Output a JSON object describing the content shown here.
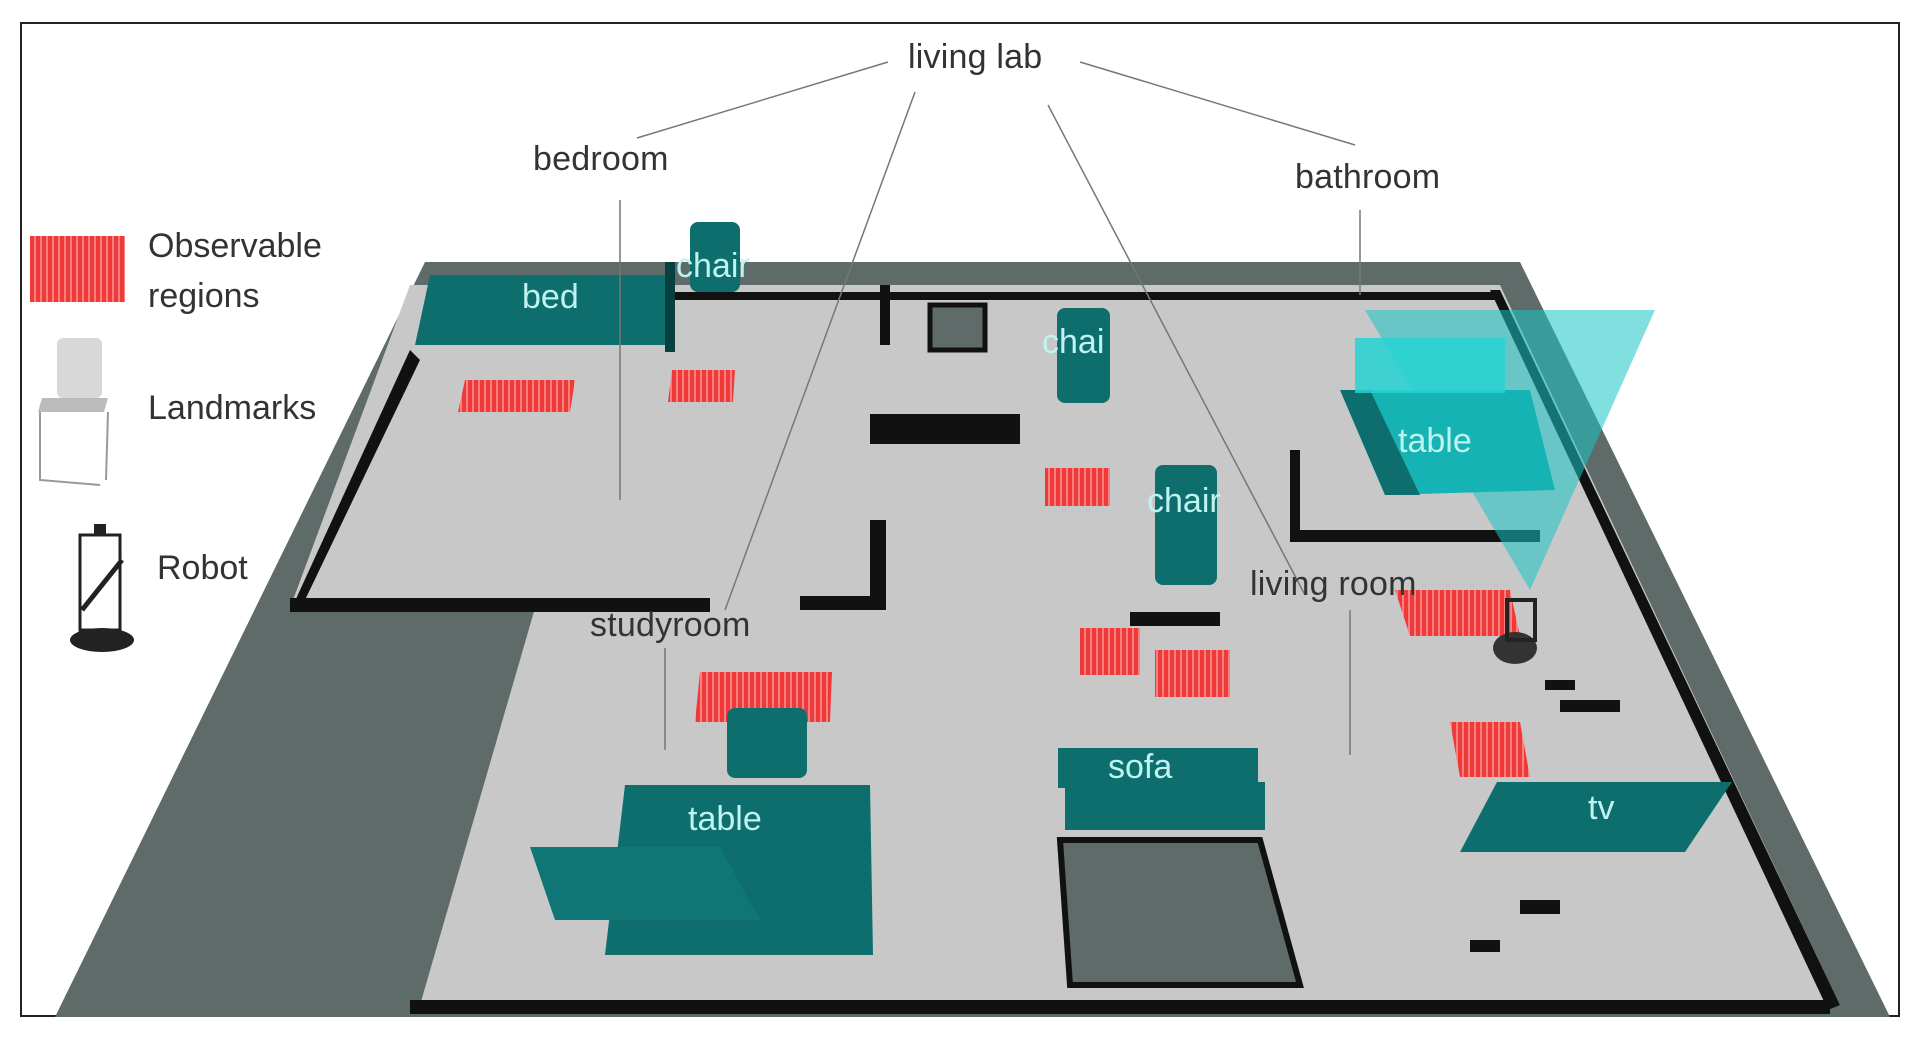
{
  "title": "living lab",
  "rooms": [
    {
      "id": "bedroom",
      "label": "bedroom"
    },
    {
      "id": "bathroom",
      "label": "bathroom"
    },
    {
      "id": "studyroom",
      "label": "studyroom"
    },
    {
      "id": "living-room",
      "label": "living room"
    }
  ],
  "objects": {
    "bed": "bed",
    "chair_bedroom": "chair",
    "chair_center": "chai",
    "chair_living": "chair",
    "table_bathroom": "table",
    "table_study": "table",
    "sofa": "sofa",
    "tv": "tv"
  },
  "legend": {
    "observable_line1": "Observable",
    "observable_line2": "regions",
    "landmarks": "Landmarks",
    "robot": "Robot"
  },
  "colors": {
    "floor": "#c8c8c8",
    "base": "#5e6b68",
    "wall": "#111111",
    "furniture": "#0e6e6e",
    "furniture_light": "#1cc5c5",
    "observable": "#f03a3a",
    "label_text": "#333333",
    "object_text": "#bff3f0"
  }
}
